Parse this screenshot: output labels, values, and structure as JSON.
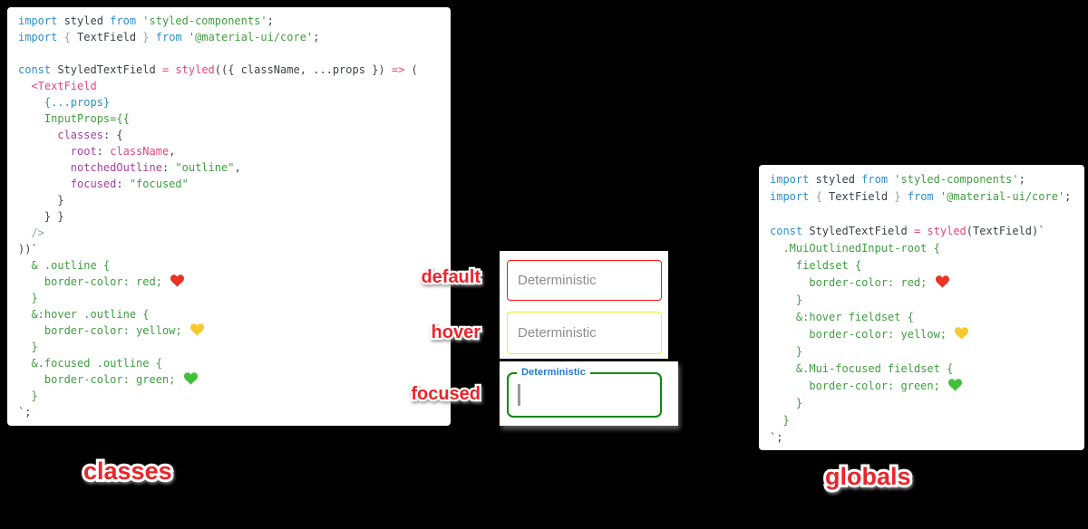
{
  "background": "#000000",
  "syntax": {
    "kw": "#2e8fcc",
    "str": "#3f9e3f",
    "pink": "#e1477e",
    "purp": "#a341a0",
    "plain": "#3d4148",
    "gray": "#9aa0a6"
  },
  "hearts": {
    "red": "#ea3423",
    "yellow": "#f7c92e",
    "green": "#41c03a"
  },
  "captions": {
    "color": "#e9262b",
    "default": "default",
    "hover": "hover",
    "focused": "focused",
    "classes": "classes",
    "globals": "globals"
  },
  "demo": {
    "default": {
      "placeholder": "Deterministic",
      "border": "#fb1212"
    },
    "hover": {
      "placeholder": "Deterministic",
      "border": "#f8ee17"
    },
    "focused": {
      "label": "Deterministic",
      "border": "#0b8a0b",
      "label_color": "#1f7ad2"
    }
  },
  "code_classes": {
    "lines": [
      [
        [
          "kw",
          "import"
        ],
        [
          "plain",
          " styled "
        ],
        [
          "kw",
          "from"
        ],
        [
          "str",
          " 'styled-components'"
        ],
        [
          "plain",
          ";"
        ]
      ],
      [
        [
          "kw",
          "import"
        ],
        [
          "gray",
          " { "
        ],
        [
          "plain",
          "TextField"
        ],
        [
          "gray",
          " } "
        ],
        [
          "kw",
          "from"
        ],
        [
          "str",
          " '@material-ui/core'"
        ],
        [
          "plain",
          ";"
        ]
      ],
      [],
      [
        [
          "kw",
          "const"
        ],
        [
          "plain",
          " StyledTextField "
        ],
        [
          "pink",
          "="
        ],
        [
          "plain",
          " "
        ],
        [
          "pink",
          "styled"
        ],
        [
          "plain",
          "(({ className, ...props }) "
        ],
        [
          "pink",
          "=>"
        ],
        [
          "plain",
          " ("
        ]
      ],
      [
        [
          "pink",
          "  <TextField"
        ]
      ],
      [
        [
          "kw",
          "    {...props}"
        ]
      ],
      [
        [
          "str",
          "    InputProps={{"
        ]
      ],
      [
        [
          "plain",
          "      "
        ],
        [
          "purp",
          "classes"
        ],
        [
          "plain",
          ": {"
        ]
      ],
      [
        [
          "plain",
          "        "
        ],
        [
          "purp",
          "root"
        ],
        [
          "plain",
          ": "
        ],
        [
          "pink",
          "className"
        ],
        [
          "plain",
          ","
        ]
      ],
      [
        [
          "plain",
          "        "
        ],
        [
          "purp",
          "notchedOutline"
        ],
        [
          "plain",
          ": "
        ],
        [
          "str",
          "\"outline\""
        ],
        [
          "plain",
          ","
        ]
      ],
      [
        [
          "plain",
          "        "
        ],
        [
          "purp",
          "focused"
        ],
        [
          "plain",
          ": "
        ],
        [
          "str",
          "\"focused\""
        ]
      ],
      [
        [
          "plain",
          "      }"
        ]
      ],
      [
        [
          "plain",
          "    } }"
        ]
      ],
      [
        [
          "gray",
          "  />"
        ]
      ],
      [
        [
          "plain",
          "))`"
        ]
      ],
      [
        [
          "str",
          "  & .outline {"
        ]
      ],
      [
        [
          "str",
          "    border-color: red; "
        ],
        [
          "heart",
          "red"
        ]
      ],
      [
        [
          "str",
          "  }"
        ]
      ],
      [
        [
          "str",
          "  &:hover .outline {"
        ]
      ],
      [
        [
          "str",
          "    border-color: yellow; "
        ],
        [
          "heart",
          "yellow"
        ]
      ],
      [
        [
          "str",
          "  }"
        ]
      ],
      [
        [
          "str",
          "  &.focused .outline {"
        ]
      ],
      [
        [
          "str",
          "    border-color: green; "
        ],
        [
          "heart",
          "green"
        ]
      ],
      [
        [
          "str",
          "  }"
        ]
      ],
      [
        [
          "plain",
          "`;"
        ]
      ]
    ]
  },
  "code_globals": {
    "lines": [
      [
        [
          "kw",
          "import"
        ],
        [
          "plain",
          " styled "
        ],
        [
          "kw",
          "from"
        ],
        [
          "str",
          " 'styled-components'"
        ],
        [
          "plain",
          ";"
        ]
      ],
      [
        [
          "kw",
          "import"
        ],
        [
          "gray",
          " { "
        ],
        [
          "plain",
          "TextField"
        ],
        [
          "gray",
          " } "
        ],
        [
          "kw",
          "from"
        ],
        [
          "str",
          " '@material-ui/core'"
        ],
        [
          "plain",
          ";"
        ]
      ],
      [],
      [
        [
          "kw",
          "const"
        ],
        [
          "plain",
          " StyledTextField "
        ],
        [
          "pink",
          "="
        ],
        [
          "plain",
          " "
        ],
        [
          "pink",
          "styled"
        ],
        [
          "plain",
          "(TextField)`"
        ]
      ],
      [
        [
          "str",
          "  .MuiOutlinedInput-root {"
        ]
      ],
      [
        [
          "str",
          "    fieldset {"
        ]
      ],
      [
        [
          "str",
          "      border-color: red; "
        ],
        [
          "heart",
          "red"
        ]
      ],
      [
        [
          "str",
          "    }"
        ]
      ],
      [
        [
          "str",
          "    &:hover fieldset {"
        ]
      ],
      [
        [
          "str",
          "      border-color: yellow; "
        ],
        [
          "heart",
          "yellow"
        ]
      ],
      [
        [
          "str",
          "    }"
        ]
      ],
      [
        [
          "str",
          "    &.Mui-focused fieldset {"
        ]
      ],
      [
        [
          "str",
          "      border-color: green; "
        ],
        [
          "heart",
          "green"
        ]
      ],
      [
        [
          "str",
          "    }"
        ]
      ],
      [
        [
          "str",
          "  }"
        ]
      ],
      [
        [
          "plain",
          "`;"
        ]
      ]
    ]
  }
}
